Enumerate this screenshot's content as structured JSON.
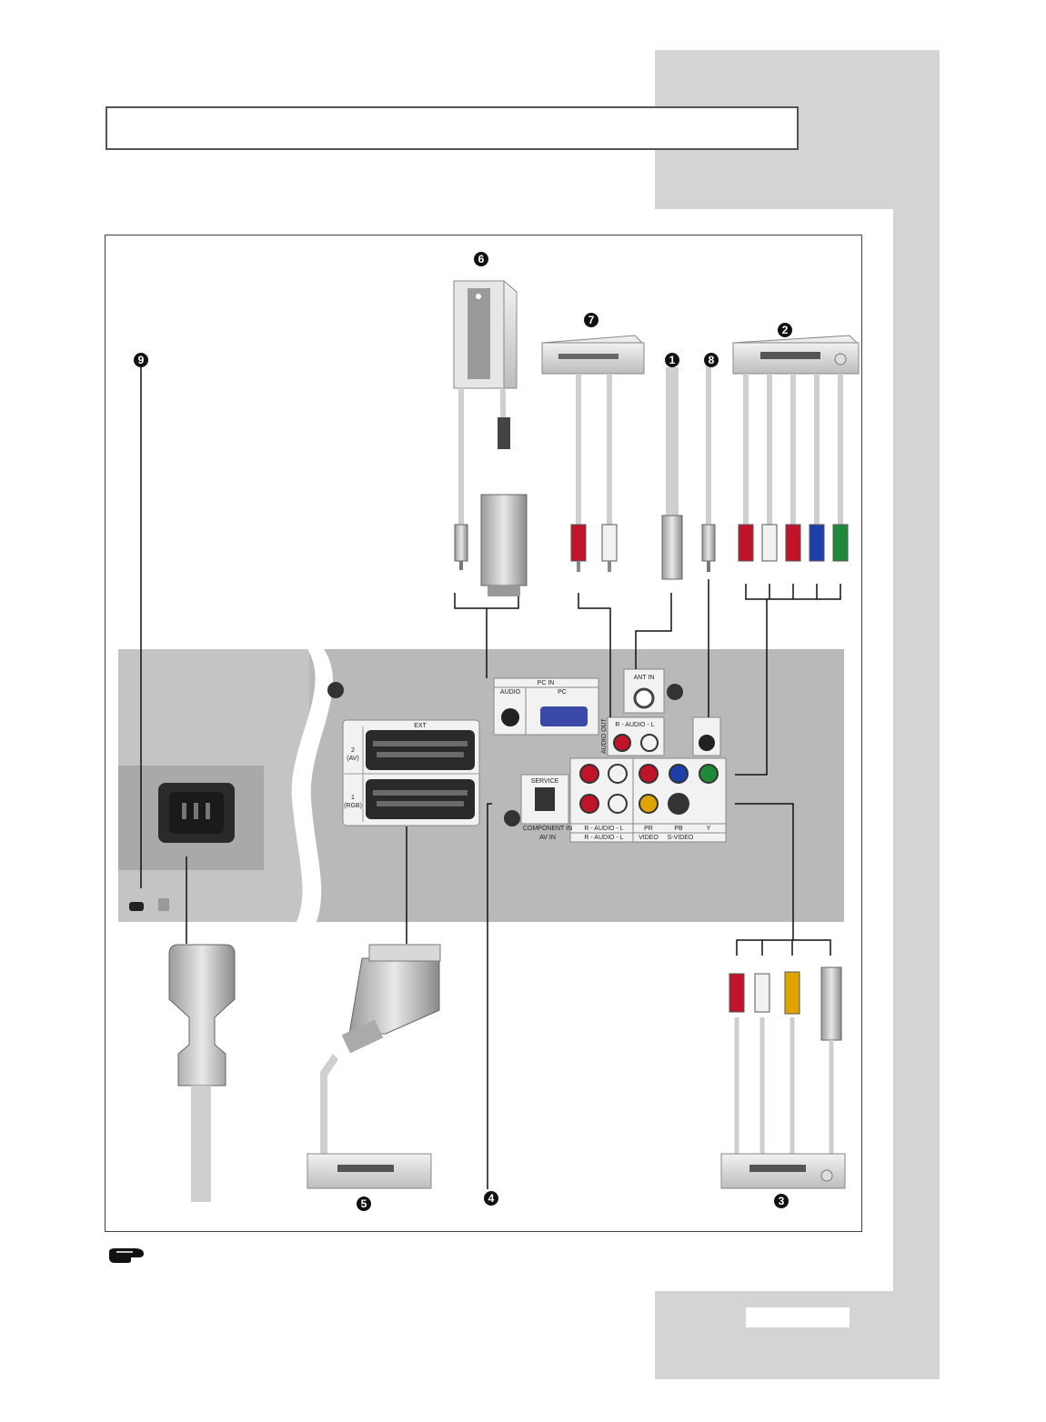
{
  "callouts": {
    "c1": "1",
    "c2": "2",
    "c3": "3",
    "c4": "4",
    "c5": "5",
    "c6": "6",
    "c7": "7",
    "c8": "8",
    "c9": "9"
  },
  "panel": {
    "pc_in": "PC IN",
    "audio": "AUDIO",
    "pc": "PC",
    "ant_in": "ANT IN",
    "audio_out": "AUDIO OUT",
    "r_audio_l": "R - AUDIO - L",
    "ext": "EXT",
    "ext2_num": "2",
    "ext2_name": "(AV)",
    "ext1_num": "1",
    "ext1_name": "(RGB)",
    "service": "SERVICE",
    "component_in": "COMPONENT IN",
    "component_audio": "R - AUDIO - L",
    "av_in": "AV IN",
    "av_audio": "R - AUDIO - L",
    "pr": "PR",
    "pb": "PB",
    "y": "Y",
    "video": "VIDEO",
    "s_video": "S-VIDEO"
  },
  "colors": {
    "sidebar": "#d4d4d4",
    "panel": "#b8b8b8",
    "red": "#c0142a",
    "white": "#f2f2f2",
    "blue": "#1f3fa8",
    "green": "#1d8a3a",
    "yellow": "#e0a400"
  },
  "icons": [
    "note-hand-icon"
  ]
}
